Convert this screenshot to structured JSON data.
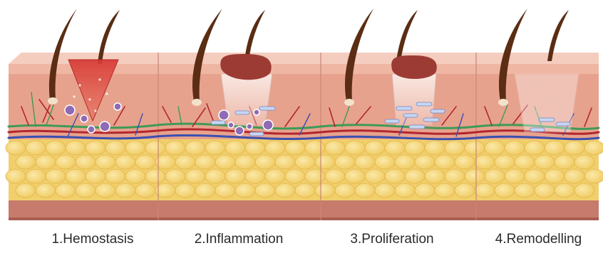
{
  "stages": [
    {
      "label": "1.Hemostasis"
    },
    {
      "label": "2.Inflammation"
    },
    {
      "label": "3.Proliferation"
    },
    {
      "label": "4.Remodelling"
    }
  ],
  "colors": {
    "epidermis_top": "#f2c3b4",
    "epidermis": "#e9a992",
    "dermis": "#e49a86",
    "fat": "#f6d77a",
    "fat_line": "#e2b64c",
    "muscle": "#c87a6c",
    "hair": "#5a2d14",
    "blood_clot": "#d63a35",
    "scab": "#9c3b34",
    "vein_blue": "#3b4fb0",
    "vessel_red": "#b3262e",
    "vessel_green": "#3f9a57",
    "cell_purple": "#8e6bb5",
    "label_text": "#2b2b2b"
  },
  "icons": [
    "hair-follicle-icon",
    "blood-clot-icon",
    "scab-icon",
    "immune-cell-icon",
    "fibroblast-icon"
  ]
}
